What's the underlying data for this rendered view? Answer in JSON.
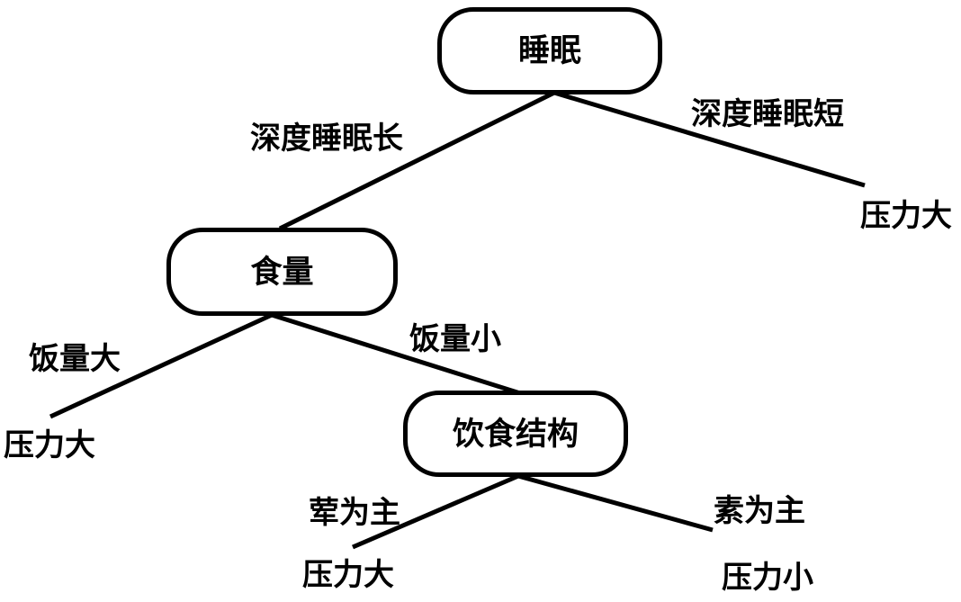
{
  "diagram": {
    "type": "decision-tree",
    "colors": {
      "stroke": "#000000",
      "node_fill": "#ffffff",
      "background": "#ffffff"
    },
    "root": {
      "label": "睡眠",
      "branches": [
        {
          "edge": "深度睡眠长",
          "child": {
            "label": "食量",
            "branches": [
              {
                "edge": "饭量大",
                "leaf": "压力大"
              },
              {
                "edge": "饭量小",
                "child": {
                  "label": "饮食结构",
                  "branches": [
                    {
                      "edge": "荤为主",
                      "leaf": "压力大"
                    },
                    {
                      "edge": "素为主",
                      "leaf": "压力小"
                    }
                  ]
                }
              }
            ]
          }
        },
        {
          "edge": "深度睡眠短",
          "leaf": "压力大"
        }
      ]
    }
  }
}
